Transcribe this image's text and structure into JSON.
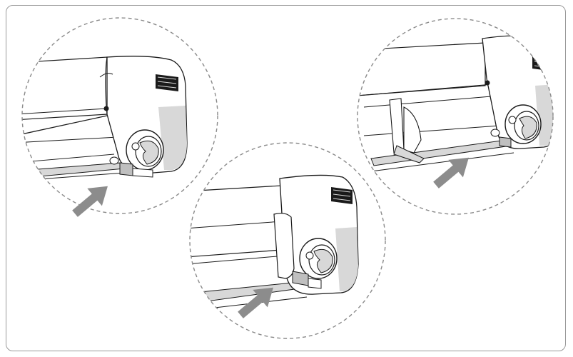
{
  "figure": {
    "panels": [
      {
        "id": "step-1"
      },
      {
        "id": "step-2"
      },
      {
        "id": "step-3"
      }
    ],
    "colors": {
      "line": "#1a1a1a",
      "fill": "#ffffff",
      "shade": "#d8d8d8",
      "dash": "#8a8a8a",
      "arrow": "#8c8c8c",
      "frame": "#9a9a9a"
    },
    "icons": [
      "logo-plate-icon",
      "arrow-icon",
      "dashed-circle-icon"
    ]
  }
}
